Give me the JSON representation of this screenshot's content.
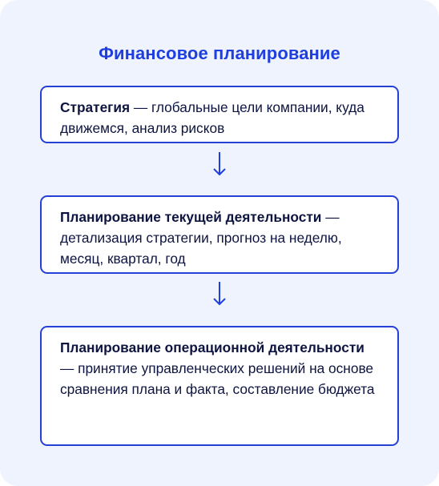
{
  "title": "Финансовое планирование",
  "steps": [
    {
      "term": "Стратегия",
      "description": " — глобальные цели компании, куда движемся, анализ рисков"
    },
    {
      "term": "Планирование текущей деятельности",
      "description": " — детализация стратегии, прогноз на неделю, месяц, квартал, год"
    },
    {
      "term": "Планирование операционной деятельности",
      "description": " — принятие управленческих решений на основе сравнения плана и факта, составление бюджета"
    }
  ],
  "icons": {
    "arrow": "arrow-down-icon"
  },
  "colors": {
    "accent": "#1f3ee0",
    "border": "#2540d6",
    "background": "#eef3fd",
    "text": "#0d1440"
  }
}
